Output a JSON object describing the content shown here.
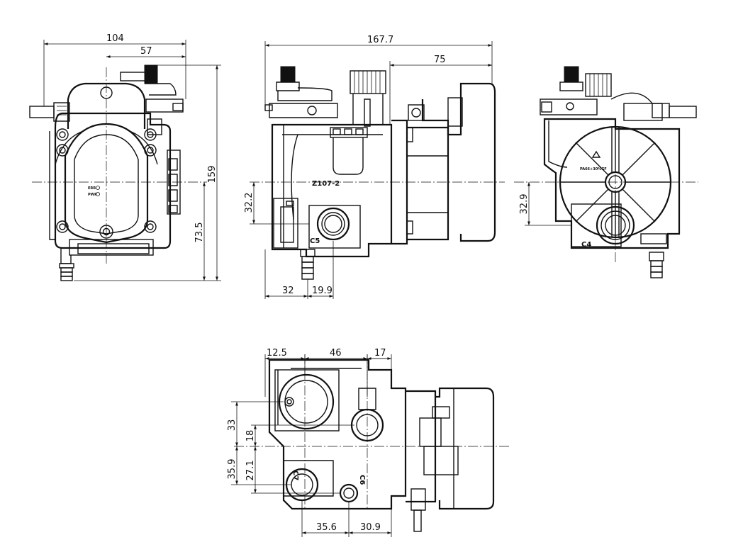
{
  "front_view": {
    "dim_width": "104",
    "dim_offset": "57",
    "dim_height": "159",
    "dim_axis_height": "73.5",
    "led_label_top": "ERR",
    "led_label_bottom": "PWR"
  },
  "side_view": {
    "dim_length": "167.7",
    "dim_motor": "75",
    "dim_inlet_height": "32.2",
    "dim_left": "32",
    "dim_port": "19.9",
    "part_number": "Z107-2",
    "port_label": "C5"
  },
  "rear_view": {
    "dim_inlet_height": "32.9",
    "port_label": "C4",
    "rating_text": "PA66+30%GF"
  },
  "bottom_view": {
    "dim_a": "12.5",
    "dim_b": "46",
    "dim_c": "17",
    "dim_v1": "33",
    "dim_v2": "18",
    "dim_v3": "35.9",
    "dim_v4": "27.1",
    "dim_h1": "35.6",
    "dim_h2": "30.9",
    "port_label_1": "C7",
    "port_label_2": "C6"
  }
}
